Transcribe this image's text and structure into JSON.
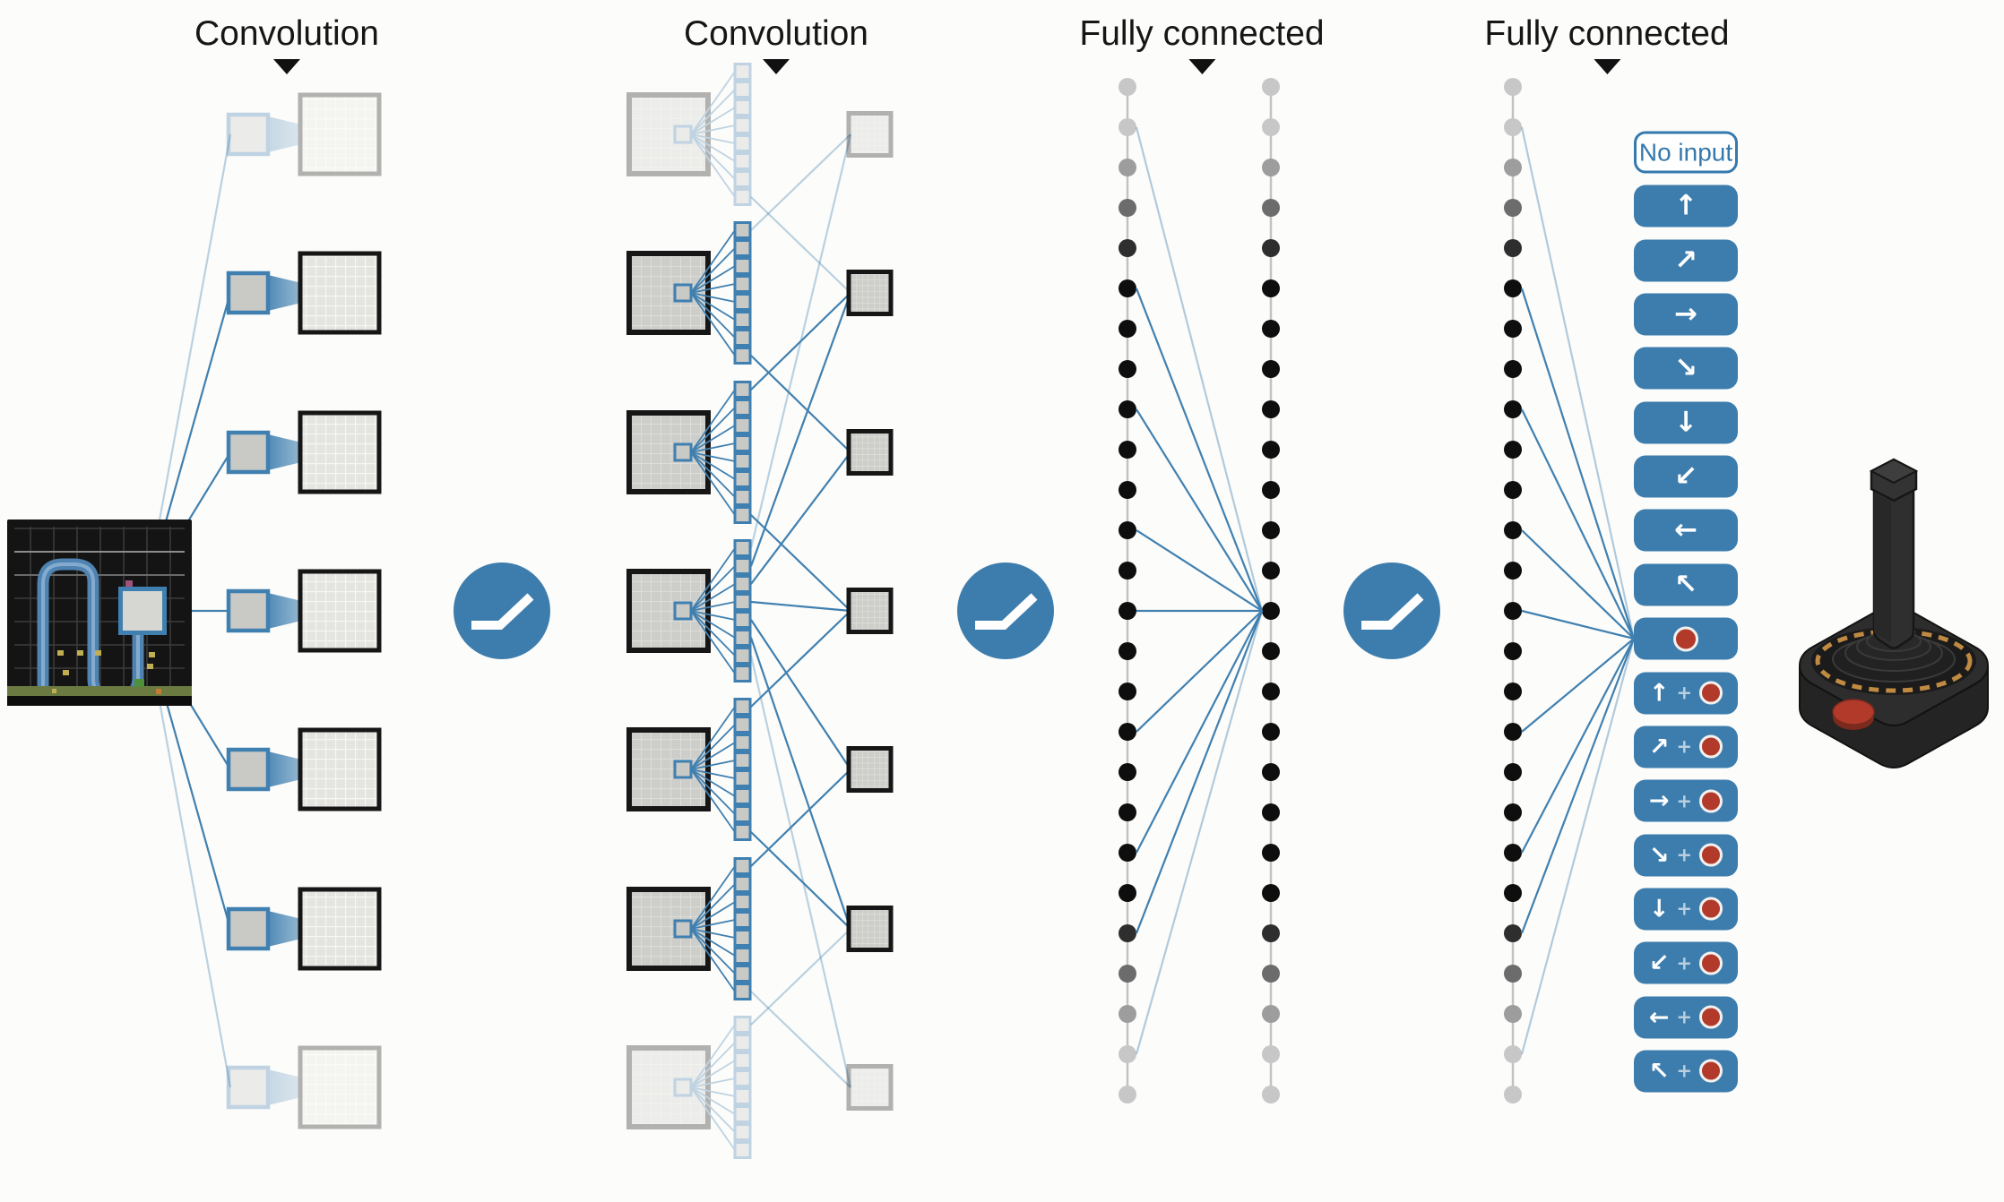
{
  "figure": {
    "section_labels": [
      "Convolution",
      "Convolution",
      "Fully connected",
      "Fully connected"
    ]
  },
  "actions": {
    "no_input_label": "No input",
    "plus_separator": "+",
    "buttons": [
      {
        "kind": "none",
        "name": "no-input",
        "label": "No input"
      },
      {
        "kind": "arrow",
        "name": "up",
        "arrow": "↑"
      },
      {
        "kind": "arrow",
        "name": "up-right",
        "arrow": "↗"
      },
      {
        "kind": "arrow",
        "name": "right",
        "arrow": "→"
      },
      {
        "kind": "arrow",
        "name": "down-right",
        "arrow": "↘"
      },
      {
        "kind": "arrow",
        "name": "down",
        "arrow": "↓"
      },
      {
        "kind": "arrow",
        "name": "down-left",
        "arrow": "↙"
      },
      {
        "kind": "arrow",
        "name": "left",
        "arrow": "←"
      },
      {
        "kind": "arrow",
        "name": "up-left",
        "arrow": "↖"
      },
      {
        "kind": "fire",
        "name": "fire"
      },
      {
        "kind": "arrow_fire",
        "name": "up-fire",
        "arrow": "↑"
      },
      {
        "kind": "arrow_fire",
        "name": "up-right-fire",
        "arrow": "↗"
      },
      {
        "kind": "arrow_fire",
        "name": "right-fire",
        "arrow": "→"
      },
      {
        "kind": "arrow_fire",
        "name": "down-right-fire",
        "arrow": "↘"
      },
      {
        "kind": "arrow_fire",
        "name": "down-fire",
        "arrow": "↓"
      },
      {
        "kind": "arrow_fire",
        "name": "down-left-fire",
        "arrow": "↙"
      },
      {
        "kind": "arrow_fire",
        "name": "left-fire",
        "arrow": "←"
      },
      {
        "kind": "arrow_fire",
        "name": "up-left-fire",
        "arrow": "↖"
      }
    ]
  },
  "network_structure": {
    "conv1_feature_maps_shown": 7,
    "conv2_feature_maps_shown": 7,
    "conv2_filter_cells_per_stack": 8,
    "fc_hidden_units_shown_per_column": 26,
    "relu_symbols": 3,
    "action_buttons": 18
  },
  "icons": {
    "relu": "relu-curve-icon",
    "section_marker": "down-triangle-icon",
    "fire": "fire-button-circle-icon",
    "joystick": "atari-joystick-illustration"
  },
  "colors": {
    "accent_blue": "#3d7dad",
    "line_blue": "#4080b0",
    "fire_red": "#b23a2b",
    "label_text": "#161616",
    "no_input_text": "#3579ad",
    "dot_black": "#0e0e0e",
    "dot_light": "#c7c7c7"
  }
}
